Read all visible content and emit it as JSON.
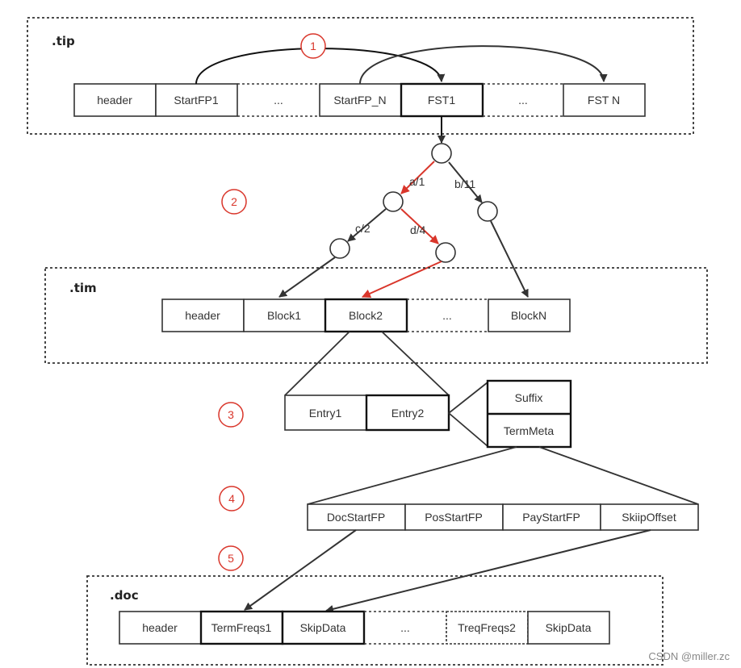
{
  "sections": {
    "tip": ".tip",
    "tim": ".tim",
    "doc": ".doc"
  },
  "tip_cells": [
    "header",
    "StartFP1",
    "...",
    "StartFP_N",
    "FST1",
    "...",
    "FST N"
  ],
  "tim_cells": [
    "header",
    "Block1",
    "Block2",
    "...",
    "BlockN"
  ],
  "entry_cells": [
    "Entry1",
    "Entry2"
  ],
  "suffix_cells": [
    "Suffix",
    "TermMeta"
  ],
  "meta_cells": [
    "DocStartFP",
    "PosStartFP",
    "PayStartFP",
    "SkiipOffset"
  ],
  "doc_cells": [
    "header",
    "TermFreqs1",
    "SkipData",
    "...",
    "TreqFreqs2",
    "SkipData"
  ],
  "edge_labels": [
    "a/1",
    "b/11",
    "c/2",
    "d/4"
  ],
  "steps": [
    "1",
    "2",
    "3",
    "4",
    "5"
  ],
  "watermark": "CSDN @miller.zc",
  "colors": {
    "highlight": "#d9362b",
    "line": "#333333",
    "box_border": "#333333"
  }
}
